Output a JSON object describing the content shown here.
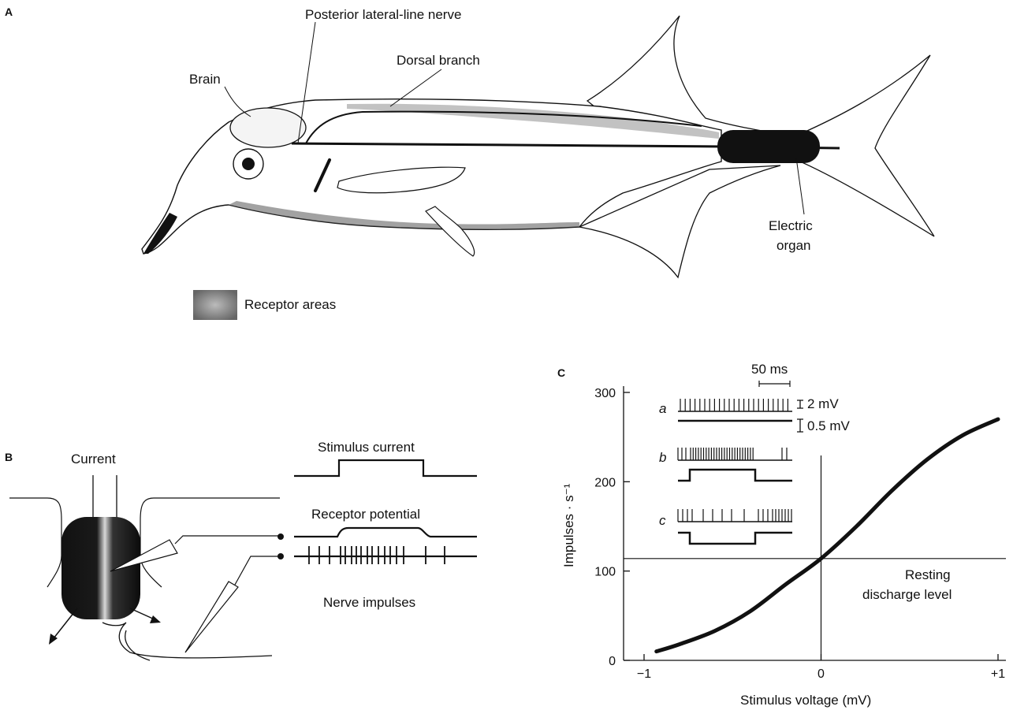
{
  "panel_a": {
    "letter": "A",
    "labels": {
      "posterior_nerve": "Posterior lateral-line nerve",
      "dorsal_branch": "Dorsal branch",
      "brain": "Brain",
      "electric_organ_line1": "Electric",
      "electric_organ_line2": "organ"
    },
    "legend": "Receptor areas"
  },
  "panel_b": {
    "letter": "B",
    "current": "Current",
    "traces": [
      "Stimulus current",
      "Receptor potential",
      "Nerve impulses"
    ]
  },
  "panel_c": {
    "letter": "C",
    "inset": {
      "time_scale": "50 ms",
      "v1": "2 mV",
      "v2": "0.5 mV",
      "rows": [
        "a",
        "b",
        "c"
      ]
    },
    "resting_line1": "Resting",
    "resting_line2": "discharge level"
  },
  "chart_data": {
    "type": "line",
    "xlabel": "Stimulus voltage (mV)",
    "ylabel": "Impulses · s⁻¹",
    "xlim": [
      -1,
      1
    ],
    "ylim": [
      0,
      300
    ],
    "x_ticks": [
      -1,
      0,
      1
    ],
    "x_tick_labels": [
      "−1",
      "0",
      "+1"
    ],
    "y_ticks": [
      0,
      100,
      200,
      300
    ],
    "y_tick_labels": [
      "0",
      "100",
      "200",
      "300"
    ],
    "resting_level": 114,
    "series": [
      {
        "x": [
          -0.93,
          -0.8,
          -0.6,
          -0.4,
          -0.2,
          0,
          0.2,
          0.4,
          0.6,
          0.8,
          1.0
        ],
        "y": [
          10,
          18,
          33,
          55,
          85,
          114,
          150,
          190,
          225,
          252,
          270
        ]
      }
    ]
  }
}
